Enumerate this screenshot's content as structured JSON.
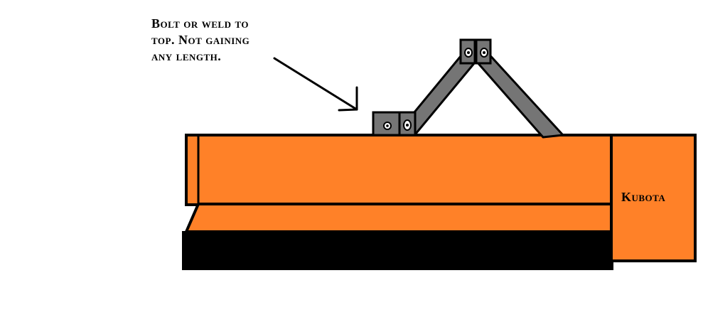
{
  "annotation": {
    "lines": [
      "Bolt or weld to",
      "top. Not gaining",
      "any length."
    ]
  },
  "brand_label": "Kubota",
  "colors": {
    "implement_orange": "#ff8128",
    "outline_black": "#000000",
    "bracket_gray": "#757575",
    "background": "#ffffff"
  }
}
